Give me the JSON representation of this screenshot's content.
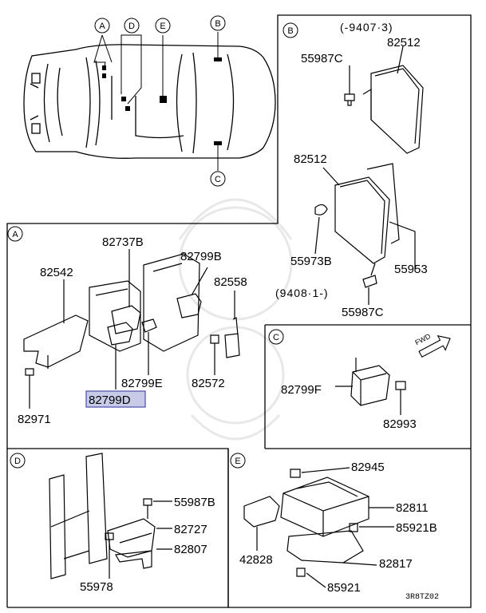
{
  "locator_tags": [
    "A",
    "D",
    "E",
    "B",
    "C"
  ],
  "panel_B": {
    "tag": "B",
    "note_top": "(-9407·3)",
    "note_bottom": "(9408·1-)",
    "parts": [
      "82512",
      "55987C",
      "82512",
      "55973B",
      "55953",
      "55987C"
    ]
  },
  "panel_A": {
    "tag": "A",
    "parts": [
      "82737B",
      "82799B",
      "82542",
      "82558",
      "82799E",
      "82572",
      "82971"
    ],
    "highlighted_part": "82799D"
  },
  "panel_C": {
    "tag": "C",
    "parts": [
      "82799F",
      "82993"
    ],
    "arrow_label": "FWD"
  },
  "panel_D": {
    "tag": "D",
    "parts": [
      "55987B",
      "82727",
      "82807",
      "55978"
    ]
  },
  "panel_E": {
    "tag": "E",
    "parts": [
      "82945",
      "82811",
      "85921B",
      "42828",
      "82817",
      "85921"
    ]
  },
  "diagram_code": "3R8TZ02",
  "colors": {
    "line": "#000000",
    "highlight_fill": "#c7cbe8",
    "highlight_stroke": "#4a4ea8",
    "watermark": "#e6e6e6"
  }
}
